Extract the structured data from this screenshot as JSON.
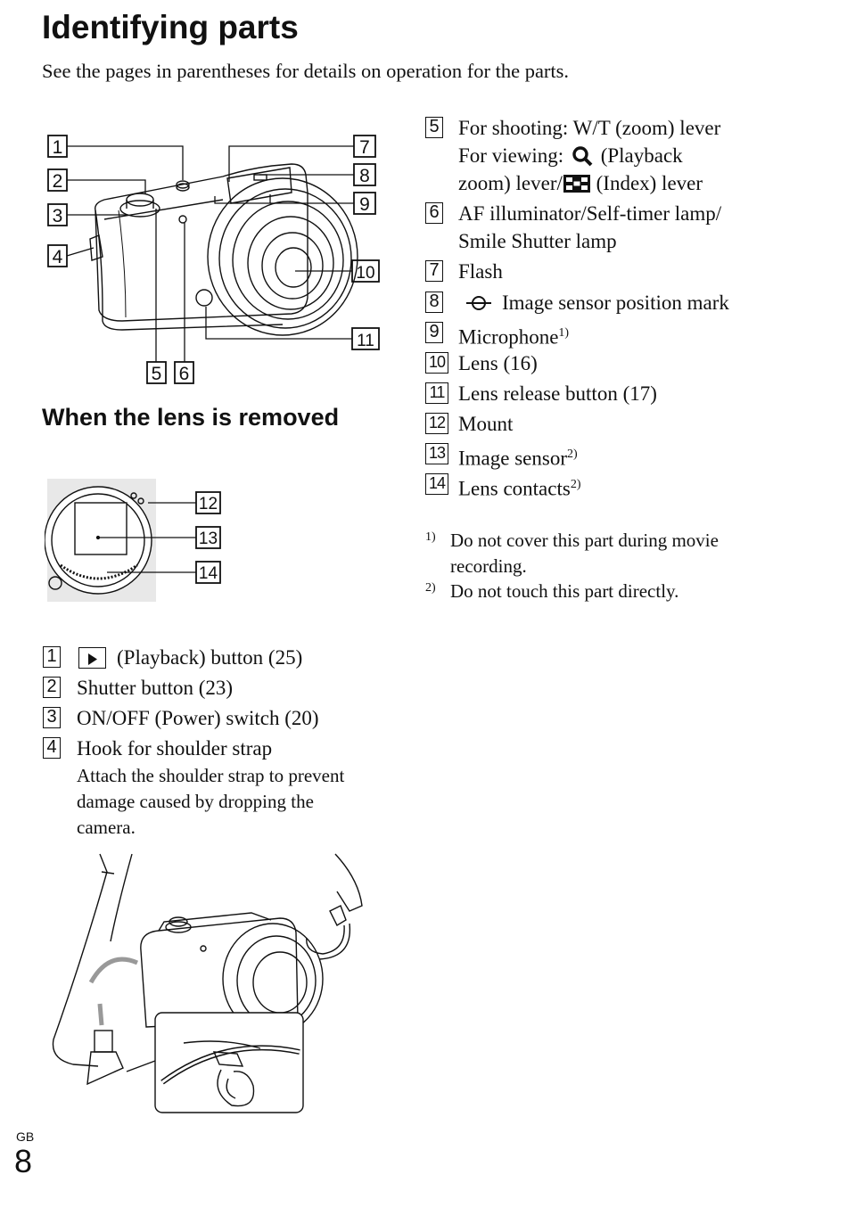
{
  "title": "Identifying parts",
  "intro": "See the pages in parentheses for details on operation for the parts.",
  "subheading": "When the lens is removed",
  "callouts": [
    "1",
    "2",
    "3",
    "4",
    "5",
    "6",
    "7",
    "8",
    "9",
    "10",
    "11",
    "12",
    "13",
    "14"
  ],
  "left_items": [
    {
      "num": "1",
      "text": "(Playback) button (25)",
      "icon": "playback-icon"
    },
    {
      "num": "2",
      "text": "Shutter button (23)"
    },
    {
      "num": "3",
      "text": "ON/OFF (Power) switch (20)"
    },
    {
      "num": "4",
      "text": "Hook for shoulder strap",
      "sub": [
        "Attach the shoulder strap to prevent",
        "damage caused by dropping the",
        "camera."
      ]
    }
  ],
  "right_items": [
    {
      "num": "5",
      "lines": [
        "For shooting: W/T (zoom) lever",
        "For viewing:",
        "(Playback",
        "zoom) lever/",
        "(Index) lever"
      ],
      "icons": [
        "magnifier-icon",
        "index-icon"
      ]
    },
    {
      "num": "6",
      "lines": [
        "AF illuminator/Self-timer lamp/",
        "Smile Shutter lamp"
      ]
    },
    {
      "num": "7",
      "text": "Flash"
    },
    {
      "num": "8",
      "text": "Image sensor position mark",
      "icon": "sensor-position-icon"
    },
    {
      "num": "9",
      "text": "Microphone",
      "sup": "1)"
    },
    {
      "num": "10",
      "text": "Lens (16)"
    },
    {
      "num": "11",
      "text": "Lens release button (17)"
    },
    {
      "num": "12",
      "text": "Mount"
    },
    {
      "num": "13",
      "text": "Image sensor",
      "sup": "2)"
    },
    {
      "num": "14",
      "text": "Lens contacts",
      "sup": "2)"
    }
  ],
  "footnotes": [
    {
      "mark": "1)",
      "lines": [
        "Do not cover this part during movie",
        "recording."
      ]
    },
    {
      "mark": "2)",
      "lines": [
        "Do not touch this part directly."
      ]
    }
  ],
  "footer": {
    "region": "GB",
    "page": "8"
  }
}
